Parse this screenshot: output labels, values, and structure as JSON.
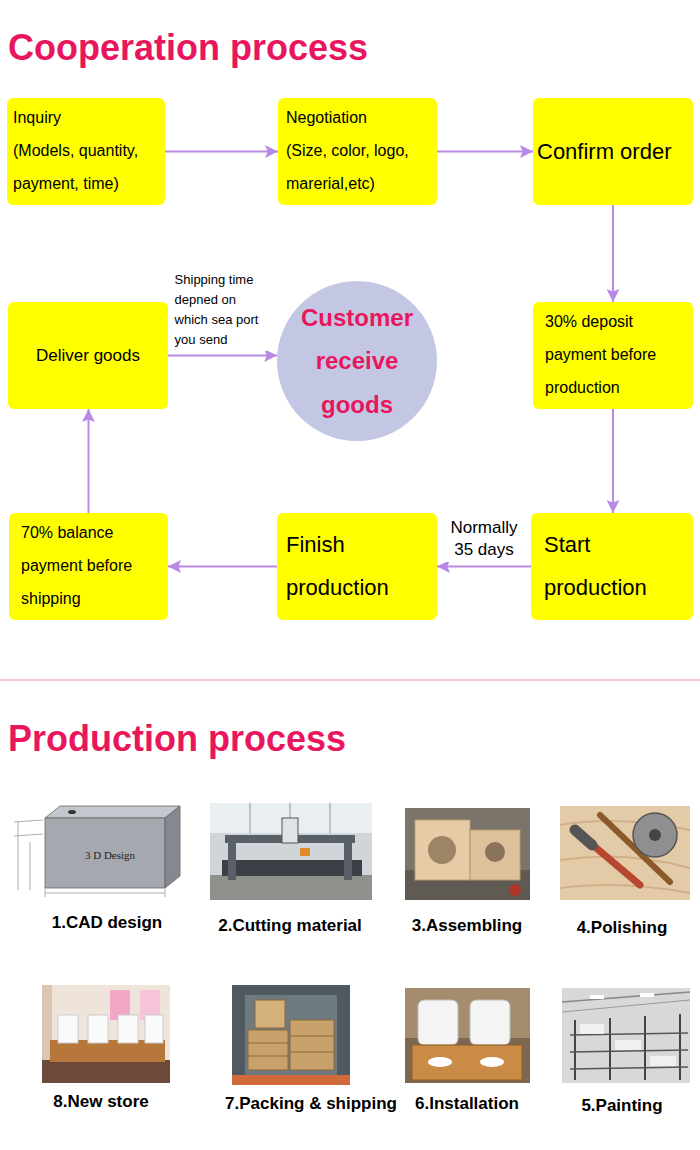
{
  "diagram": {
    "title": "Cooperation process",
    "nodes": [
      {
        "text": [
          "Inquiry",
          "(Models, quantity, payment, time)"
        ]
      },
      {
        "text": [
          "Negotiation",
          "(Size, color, logo, marerial,etc)"
        ]
      },
      {
        "text": [
          "Confirm order"
        ]
      },
      {
        "text": [
          "Deliver goods"
        ]
      },
      {
        "text": [
          "Customer receive goods"
        ]
      },
      {
        "text": [
          "30% deposit payment before production"
        ]
      },
      {
        "text": [
          "70% balance payment before shipping"
        ]
      },
      {
        "text": [
          "Finish production"
        ]
      },
      {
        "text": [
          "Start production"
        ]
      }
    ],
    "edges": [
      {
        "from": 0,
        "to": 1,
        "arrow": "to"
      },
      {
        "from": 1,
        "to": 2,
        "arrow": "to"
      },
      {
        "from": 2,
        "to": 5,
        "arrow": "to"
      },
      {
        "from": 5,
        "to": 8,
        "arrow": "to"
      },
      {
        "from": 8,
        "to": 7,
        "label": "Normally 35 days",
        "arrow": "to"
      },
      {
        "from": 7,
        "to": 6,
        "arrow": "to"
      },
      {
        "from": 6,
        "to": 3,
        "arrow": "to"
      },
      {
        "from": 3,
        "to": 4,
        "label": "Shipping time depned on which sea port you send",
        "arrow": "to"
      }
    ],
    "labels": [
      "Production process",
      "3 D Design",
      "1.CAD design",
      "2.Cutting material",
      "3.Assembling",
      "4.Polishing",
      "8.New store",
      "7.Packing & shipping",
      "6.Installation",
      "5.Painting"
    ]
  }
}
